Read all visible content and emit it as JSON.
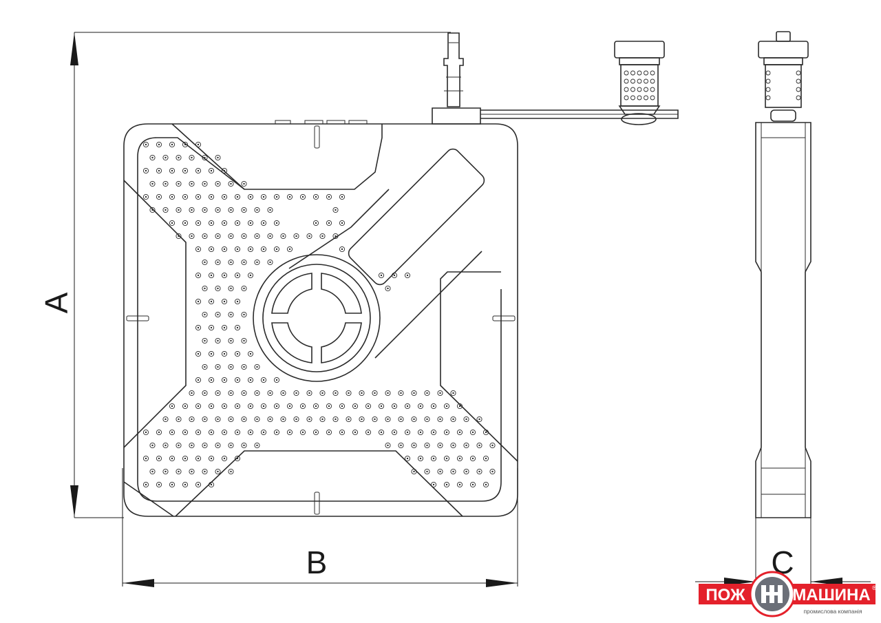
{
  "dimensions": {
    "height_label": "A",
    "width_label": "B",
    "depth_label": "C"
  },
  "logo": {
    "left_text": "ПОЖ",
    "right_text": "МАШИНА",
    "registered_mark": "®",
    "tagline": "промислова компанія",
    "brand_color": "#e4212b"
  },
  "colors": {
    "line": "#2a2a2a",
    "background": "#ffffff"
  }
}
